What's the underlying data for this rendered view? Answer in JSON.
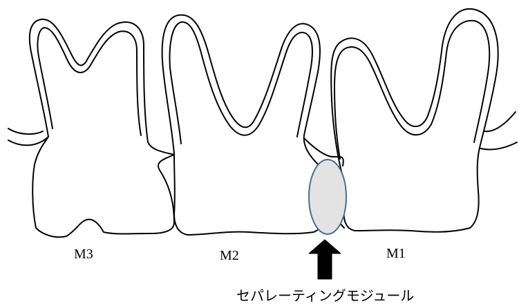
{
  "labels": {
    "m3": "M3",
    "m2": "M2",
    "m1": "M1"
  },
  "caption": "セパレーティングモジュール",
  "colors": {
    "outline": "#000000",
    "module_fill": "#e3e3e3",
    "module_stroke": "#4a6c96",
    "arrow": "#000000"
  }
}
